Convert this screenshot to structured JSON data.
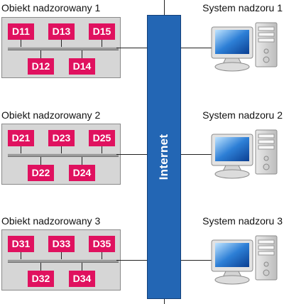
{
  "network": {
    "internet_label": "Internet"
  },
  "objects": [
    {
      "title": "Obiekt nadzorowany 1",
      "devices_top": [
        "D11",
        "D13",
        "D15"
      ],
      "devices_bottom": [
        "D12",
        "D14"
      ]
    },
    {
      "title": "Obiekt nadzorowany 2",
      "devices_top": [
        "D21",
        "D23",
        "D25"
      ],
      "devices_bottom": [
        "D22",
        "D24"
      ]
    },
    {
      "title": "Obiekt nadzorowany 3",
      "devices_top": [
        "D31",
        "D33",
        "D35"
      ],
      "devices_bottom": [
        "D32",
        "D34"
      ]
    }
  ],
  "systems": [
    {
      "title": "System nadzoru 1"
    },
    {
      "title": "System nadzoru 2"
    },
    {
      "title": "System nadzoru 3"
    }
  ],
  "colors": {
    "device": "#e0115f",
    "internet": "#2366b4",
    "object_box": "#d6d6d6"
  },
  "icons": [
    "computer-icon"
  ]
}
